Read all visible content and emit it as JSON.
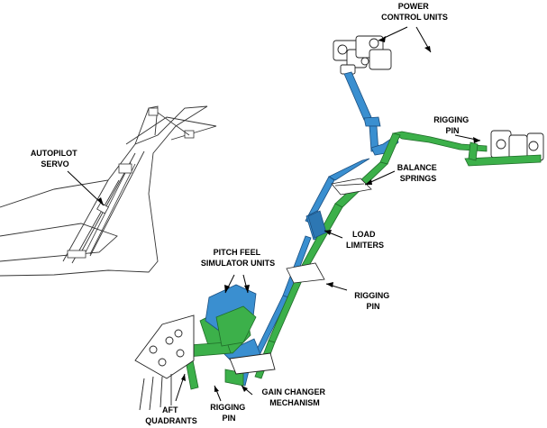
{
  "labels": {
    "power_control_units": [
      "POWER",
      "CONTROL UNITS"
    ],
    "rigging_pin_top": [
      "RIGGING",
      "PIN"
    ],
    "autopilot_servo": [
      "AUTOPILOT",
      "SERVO"
    ],
    "balance_springs": [
      "BALANCE",
      "SPRINGS"
    ],
    "load_limiters": [
      "LOAD",
      "LIMITERS"
    ],
    "pitch_feel_simulator_units": [
      "PITCH FEEL",
      "SIMULATOR UNITS"
    ],
    "rigging_pin_mid": [
      "RIGGING",
      "PIN"
    ],
    "aft_quadrants": [
      "AFT",
      "QUADRANTS"
    ],
    "rigging_pin_bottom": [
      "RIGGING",
      "PIN"
    ],
    "gain_changer_mechanism": [
      "GAIN CHANGER",
      "MECHANISM"
    ]
  },
  "colors": {
    "blue_system": "#3a8fd0",
    "green_system": "#3cb04a",
    "outline": "#222222",
    "label_text": "#000000"
  }
}
